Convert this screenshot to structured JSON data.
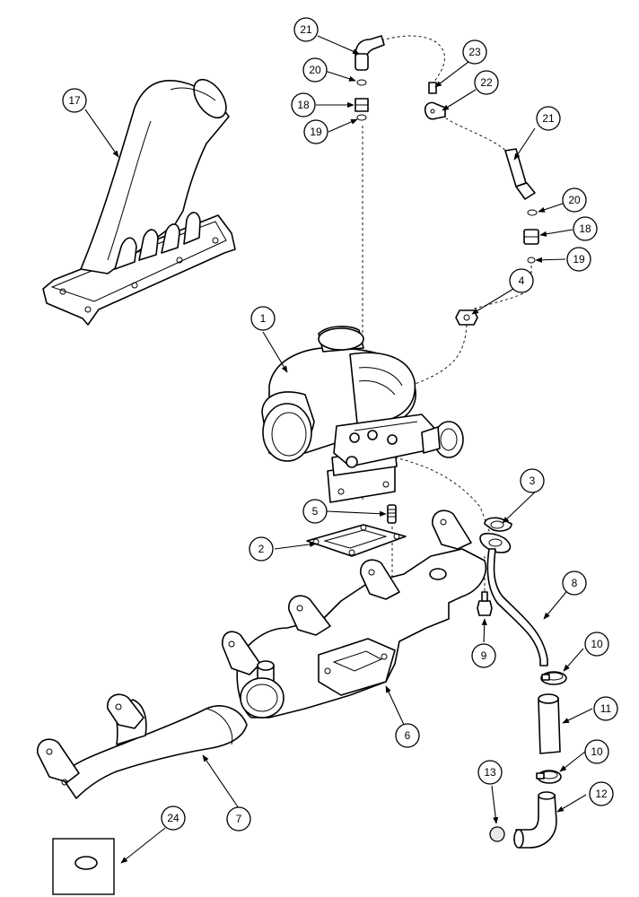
{
  "callouts": [
    "1",
    "2",
    "3",
    "4",
    "5",
    "6",
    "7",
    "8",
    "9",
    "10",
    "10",
    "11",
    "12",
    "13",
    "17",
    "18",
    "18",
    "19",
    "19",
    "20",
    "20",
    "21",
    "21",
    "22",
    "23",
    "24"
  ]
}
